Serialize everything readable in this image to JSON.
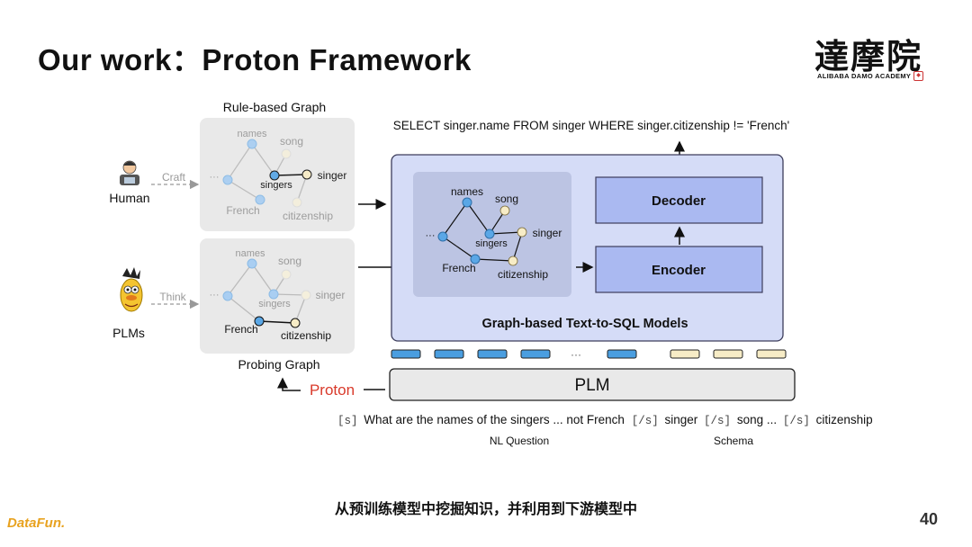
{
  "slide": {
    "title": "Our work：Proton Framework",
    "logo_cn": "達摩院",
    "logo_en": "ALIBABA DAMO ACADEMY",
    "caption": "从预训练模型中挖掘知识，并利用到下游模型中",
    "page_number": "40",
    "footer_brand": "DataFun."
  },
  "diagram": {
    "rule_graph_title": "Rule-based Graph",
    "probing_graph_title": "Probing Graph",
    "human_label": "Human",
    "plms_label": "PLMs",
    "craft_label": "Craft",
    "think_label": "Think",
    "sql_query": "SELECT singer.name FROM singer WHERE singer.citizenship != 'French'",
    "models_label": "Graph-based Text-to-SQL Models",
    "decoder_label": "Decoder",
    "encoder_label": "Encoder",
    "plm_label": "PLM",
    "proton_label": "Proton",
    "token_ellipsis": "···",
    "node_ellipsis": "···",
    "nodes": {
      "names": "names",
      "song": "song",
      "singers": "singers",
      "singer": "singer",
      "french": "French",
      "citizenship": "citizenship"
    },
    "input_s_tag": "[s]",
    "input_sep_tag": "[/s]",
    "input_question": "What are the names of the singers ... not French",
    "input_schema_1": "singer",
    "input_schema_2": "song ...",
    "input_schema_3": "citizenship",
    "nl_question_label": "NL Question",
    "schema_label": "Schema"
  },
  "colors": {
    "node_blue": "#5aa7e6",
    "node_yellow": "#f7ecc6",
    "model_bg": "#d5dcf7",
    "model_border": "#3d3d5c",
    "block_fill": "#aab9f1",
    "proton_red": "#d93a2b"
  }
}
